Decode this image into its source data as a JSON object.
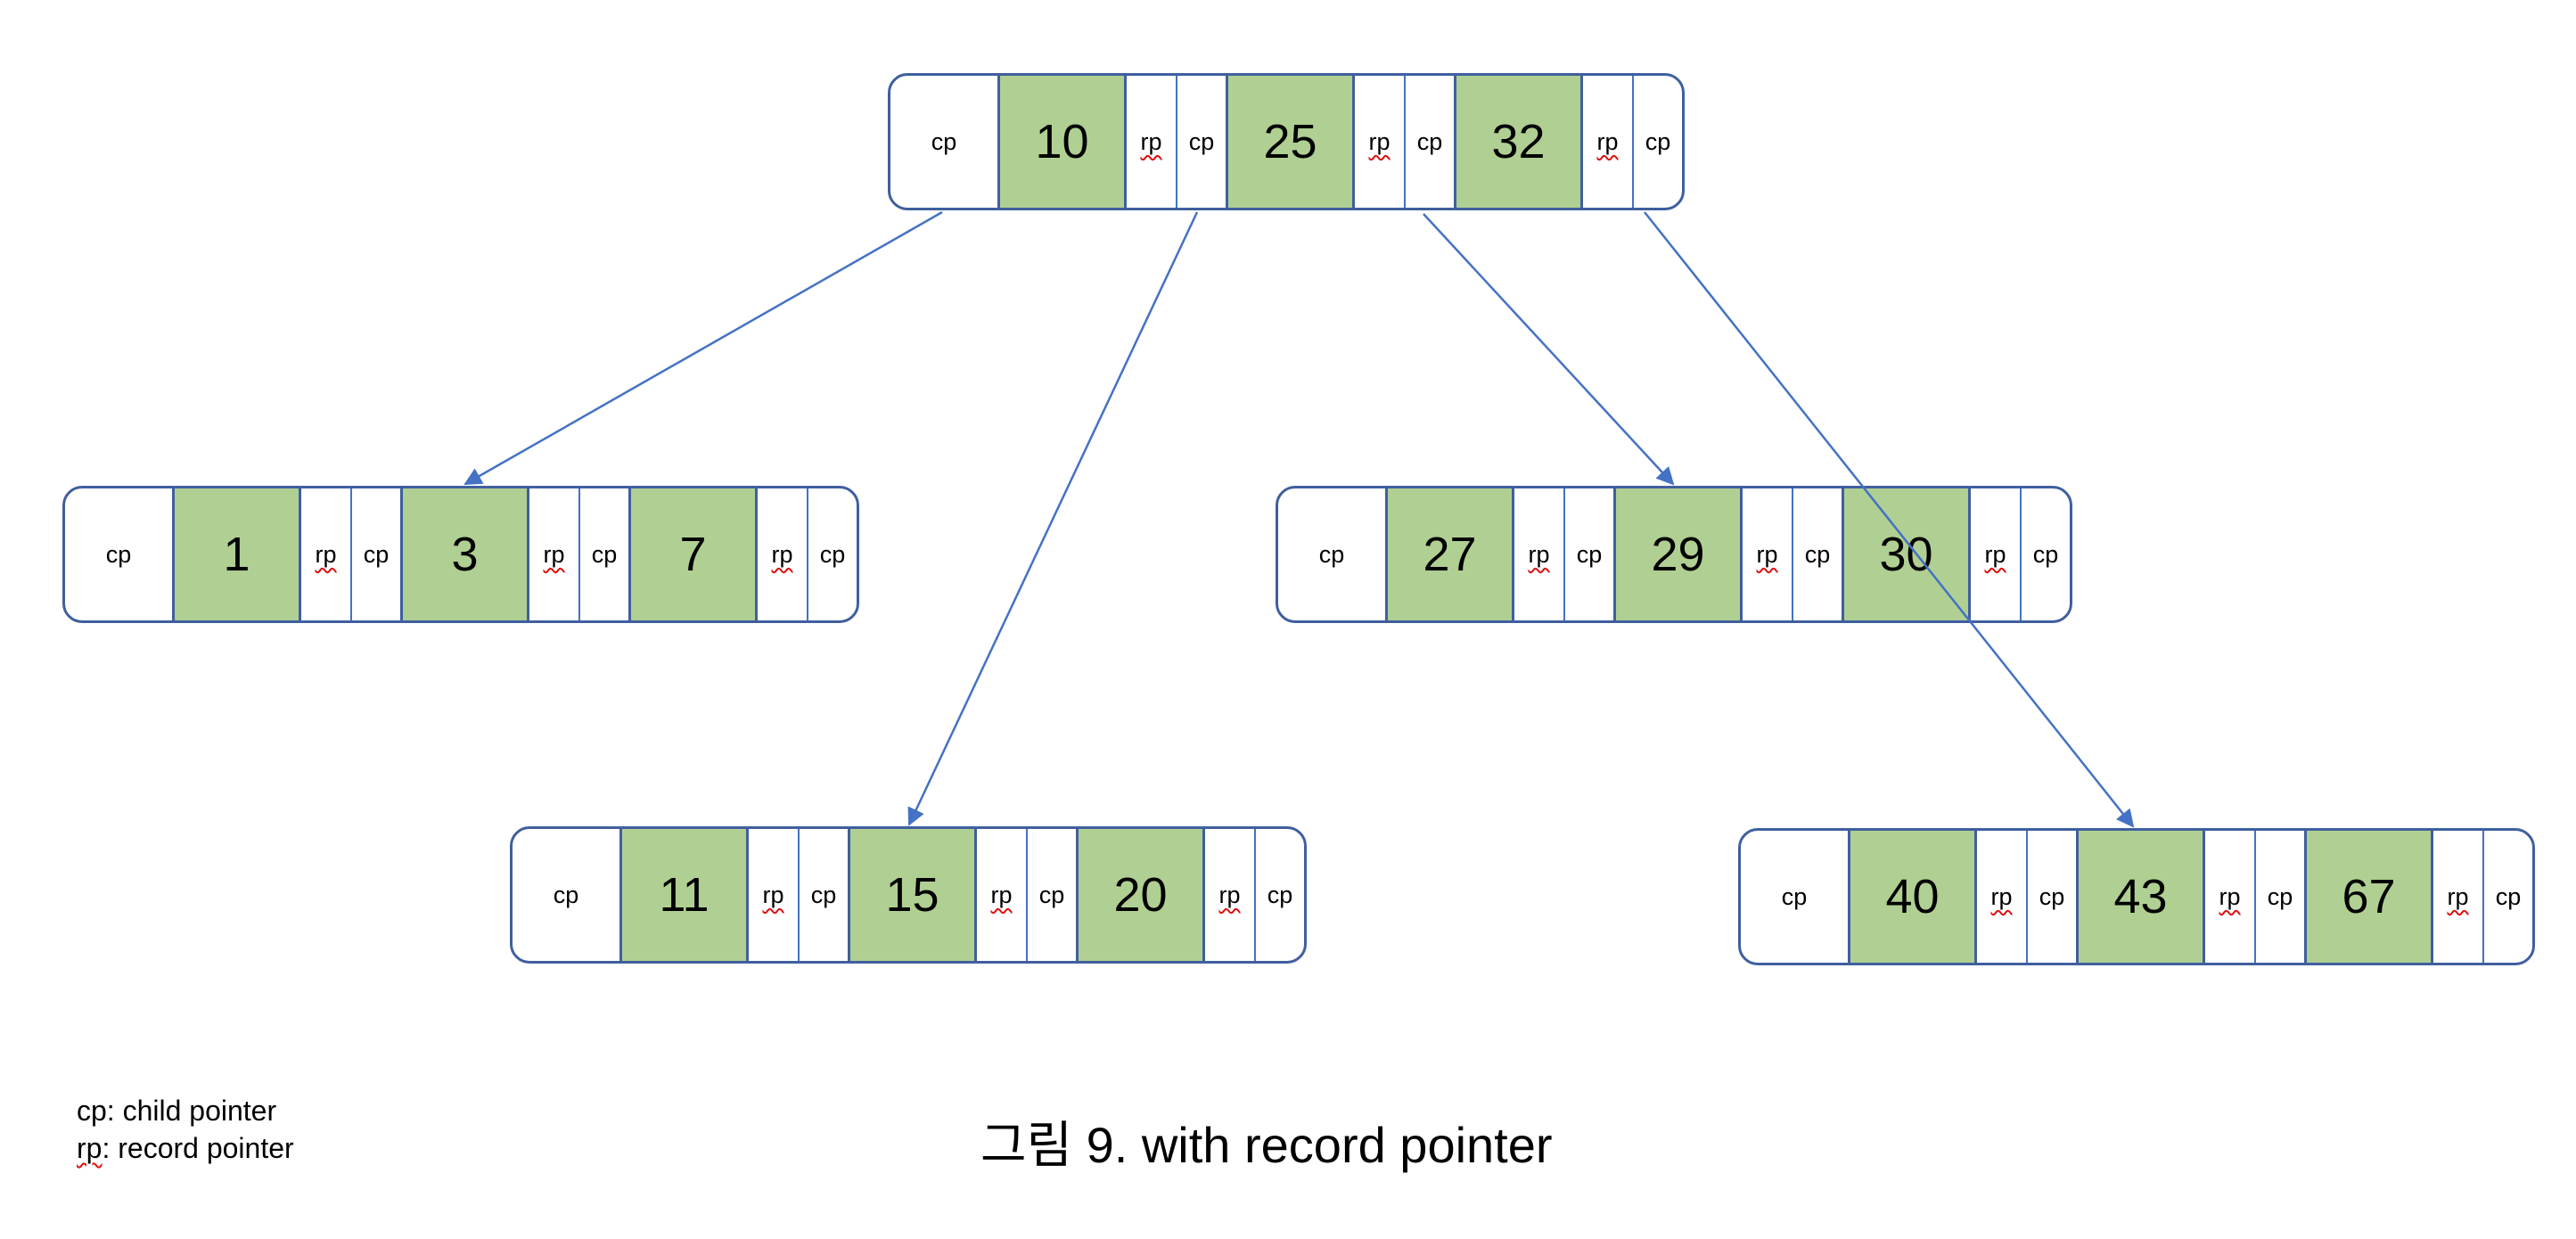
{
  "colors": {
    "key_fill": "#b0cf92",
    "node_border": "#3f5f9e",
    "arrow": "#4472c4"
  },
  "pointer_labels": {
    "child": "cp",
    "record": "rp"
  },
  "nodes": [
    {
      "id": "root",
      "keys": [
        "10",
        "25",
        "32"
      ]
    },
    {
      "id": "leaf-1",
      "keys": [
        "1",
        "3",
        "7"
      ]
    },
    {
      "id": "leaf-27",
      "keys": [
        "27",
        "29",
        "30"
      ]
    },
    {
      "id": "leaf-11",
      "keys": [
        "11",
        "15",
        "20"
      ]
    },
    {
      "id": "leaf-40",
      "keys": [
        "40",
        "43",
        "67"
      ]
    }
  ],
  "edges": [
    {
      "from": "root",
      "to": "leaf-1"
    },
    {
      "from": "root",
      "to": "leaf-11"
    },
    {
      "from": "root",
      "to": "leaf-27"
    },
    {
      "from": "root",
      "to": "leaf-40"
    }
  ],
  "legend": {
    "cp_abbr": "cp",
    "cp_desc": ": child pointer",
    "rp_abbr": "rp",
    "rp_desc": ": record pointer"
  },
  "caption": "그림 9. with record pointer"
}
